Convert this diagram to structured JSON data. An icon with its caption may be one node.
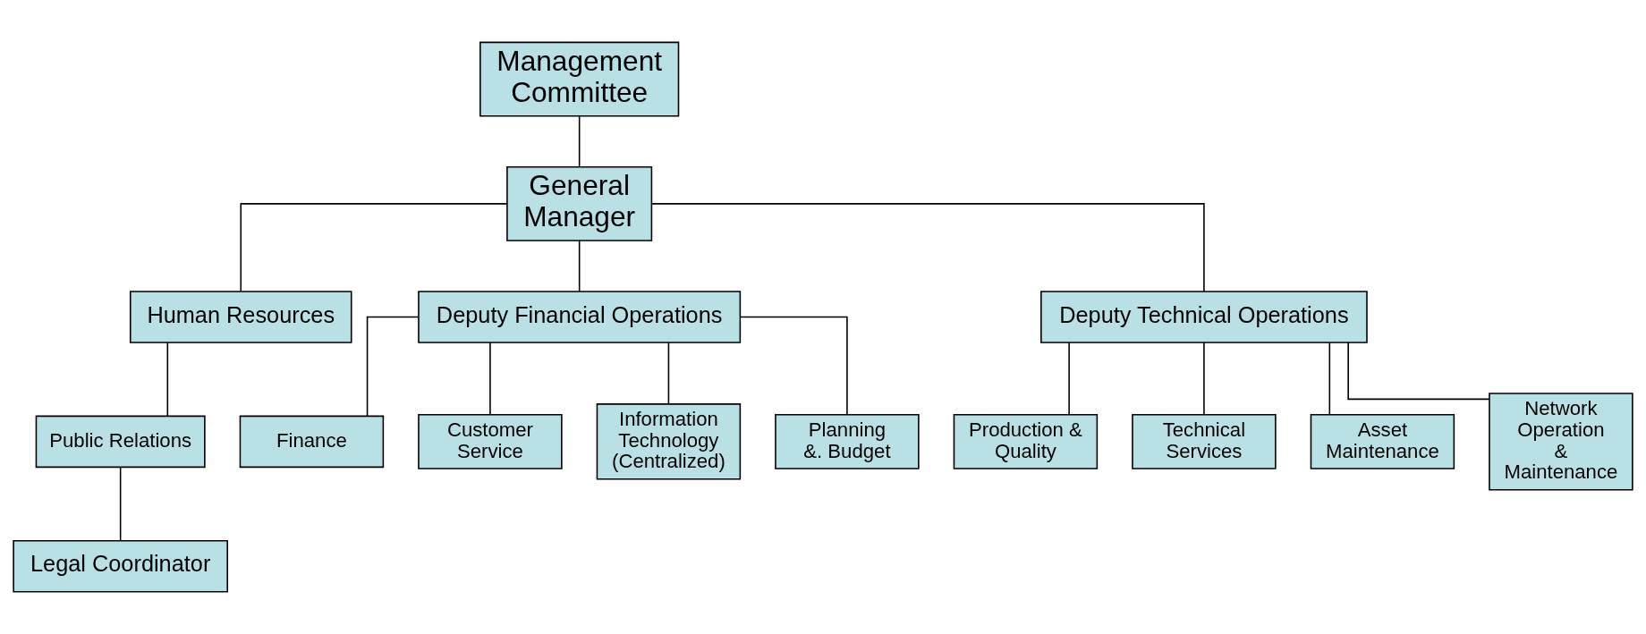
{
  "diagram": {
    "nodes": [
      {
        "text": [
          "Management Committee"
        ]
      },
      {
        "text": [
          "General Manager"
        ]
      },
      {
        "text": [
          "Human Resources"
        ]
      },
      {
        "text": [
          "Public Relations"
        ]
      },
      {
        "text": [
          "Legal Coordinator"
        ]
      },
      {
        "text": [
          "Deputy Financial Operations"
        ]
      },
      {
        "text": [
          "Deputy Technical Operations"
        ]
      },
      {
        "text": [
          "Finance"
        ]
      },
      {
        "text": [
          "Customer Service"
        ]
      },
      {
        "text": [
          "Information Technology (Centralized)"
        ]
      },
      {
        "text": [
          "Planning &. Budget"
        ]
      },
      {
        "text": [
          "Production & Quality"
        ]
      },
      {
        "text": [
          "Technical Services"
        ]
      },
      {
        "text": [
          "Asset Maintenance"
        ]
      },
      {
        "text": [
          "Network Operation & Maintenance"
        ]
      }
    ],
    "edges": [
      {
        "from": 0,
        "to": 1,
        "arrow": "none"
      },
      {
        "from": 1,
        "to": 2,
        "arrow": "none"
      },
      {
        "from": 2,
        "to": 3,
        "arrow": "none"
      },
      {
        "from": 3,
        "to": 4,
        "arrow": "none"
      },
      {
        "from": 1,
        "to": 5,
        "arrow": "none"
      },
      {
        "from": 1,
        "to": 6,
        "arrow": "none"
      },
      {
        "from": 5,
        "to": 7,
        "arrow": "none"
      },
      {
        "from": 5,
        "to": 8,
        "arrow": "none"
      },
      {
        "from": 5,
        "to": 9,
        "arrow": "none"
      },
      {
        "from": 5,
        "to": 10,
        "arrow": "none"
      },
      {
        "from": 6,
        "to": 11,
        "arrow": "none"
      },
      {
        "from": 6,
        "to": 12,
        "arrow": "none"
      },
      {
        "from": 6,
        "to": 13,
        "arrow": "none"
      },
      {
        "from": 6,
        "to": 14,
        "arrow": "none"
      }
    ]
  }
}
